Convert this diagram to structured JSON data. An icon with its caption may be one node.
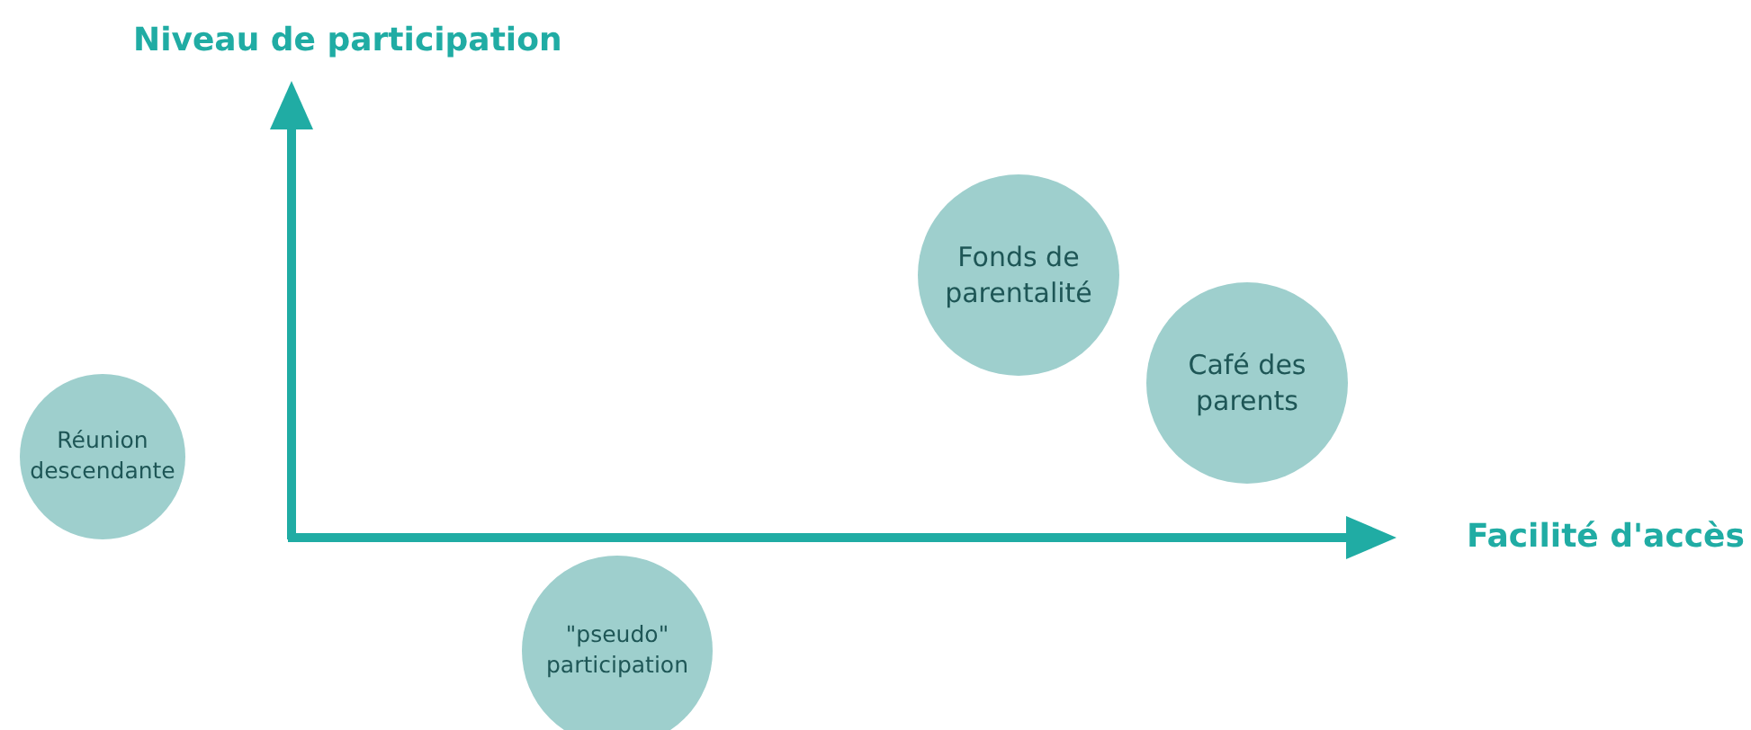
{
  "diagram": {
    "nodes": [
      {
        "text": [
          "Fonds de parentalité"
        ]
      },
      {
        "text": [
          "Café des parents"
        ]
      },
      {
        "text": [
          "Réunion descendante"
        ]
      },
      {
        "text": [
          "\"pseudo\" participation"
        ]
      }
    ],
    "labels": [
      "Niveau de participation",
      "Facilité d'accès"
    ]
  }
}
